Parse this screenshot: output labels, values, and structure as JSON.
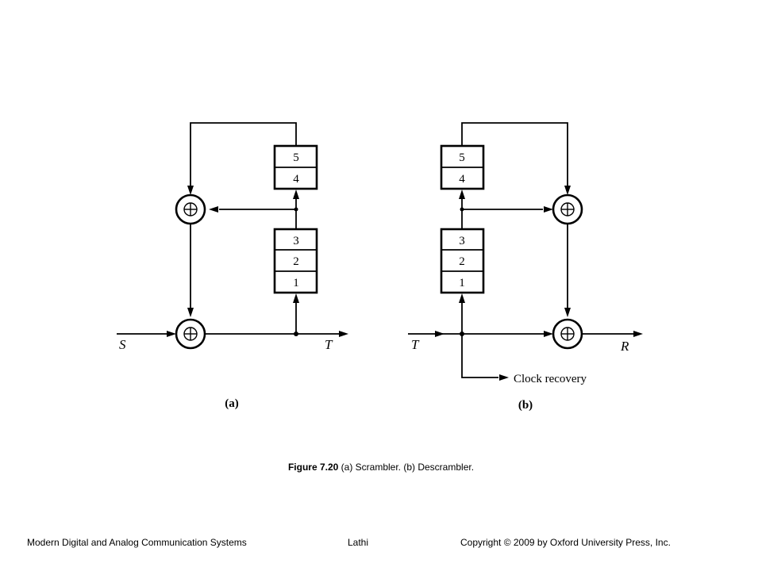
{
  "diagram": {
    "scrambler": {
      "input_label": "S",
      "output_label": "T",
      "sub_label": "(a)",
      "register_upper": [
        "5",
        "4"
      ],
      "register_lower": [
        "3",
        "2",
        "1"
      ]
    },
    "descrambler": {
      "input_label": "T",
      "output_label": "R",
      "sub_label": "(b)",
      "clock_label": "Clock recovery",
      "register_upper": [
        "5",
        "4"
      ],
      "register_lower": [
        "3",
        "2",
        "1"
      ]
    }
  },
  "caption": {
    "figure_number": "Figure 7.20",
    "text": "(a) Scrambler. (b) Descrambler."
  },
  "footer": {
    "left": "Modern Digital and Analog Communication Systems",
    "center": "Lathi",
    "right": "Copyright © 2009 by Oxford University Press, Inc."
  }
}
